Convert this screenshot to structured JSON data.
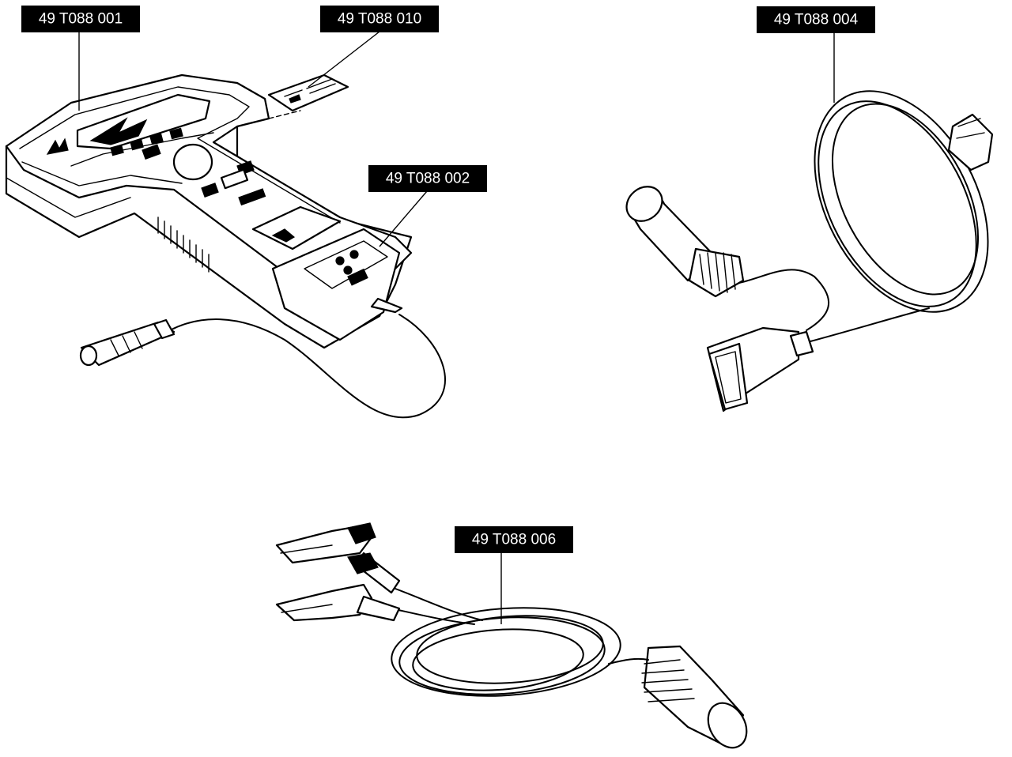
{
  "parts": [
    {
      "id": "main-unit",
      "label": "49 T088 001"
    },
    {
      "id": "card",
      "label": "49 T088 010"
    },
    {
      "id": "adapter",
      "label": "49 T088 002"
    },
    {
      "id": "sensor-cable",
      "label": "49 T088 004"
    },
    {
      "id": "clip-cable",
      "label": "49 T088 006"
    }
  ],
  "colors": {
    "ink": "#000000",
    "paper": "#ffffff",
    "tag_background": "#000000",
    "tag_text": "#ffffff"
  }
}
